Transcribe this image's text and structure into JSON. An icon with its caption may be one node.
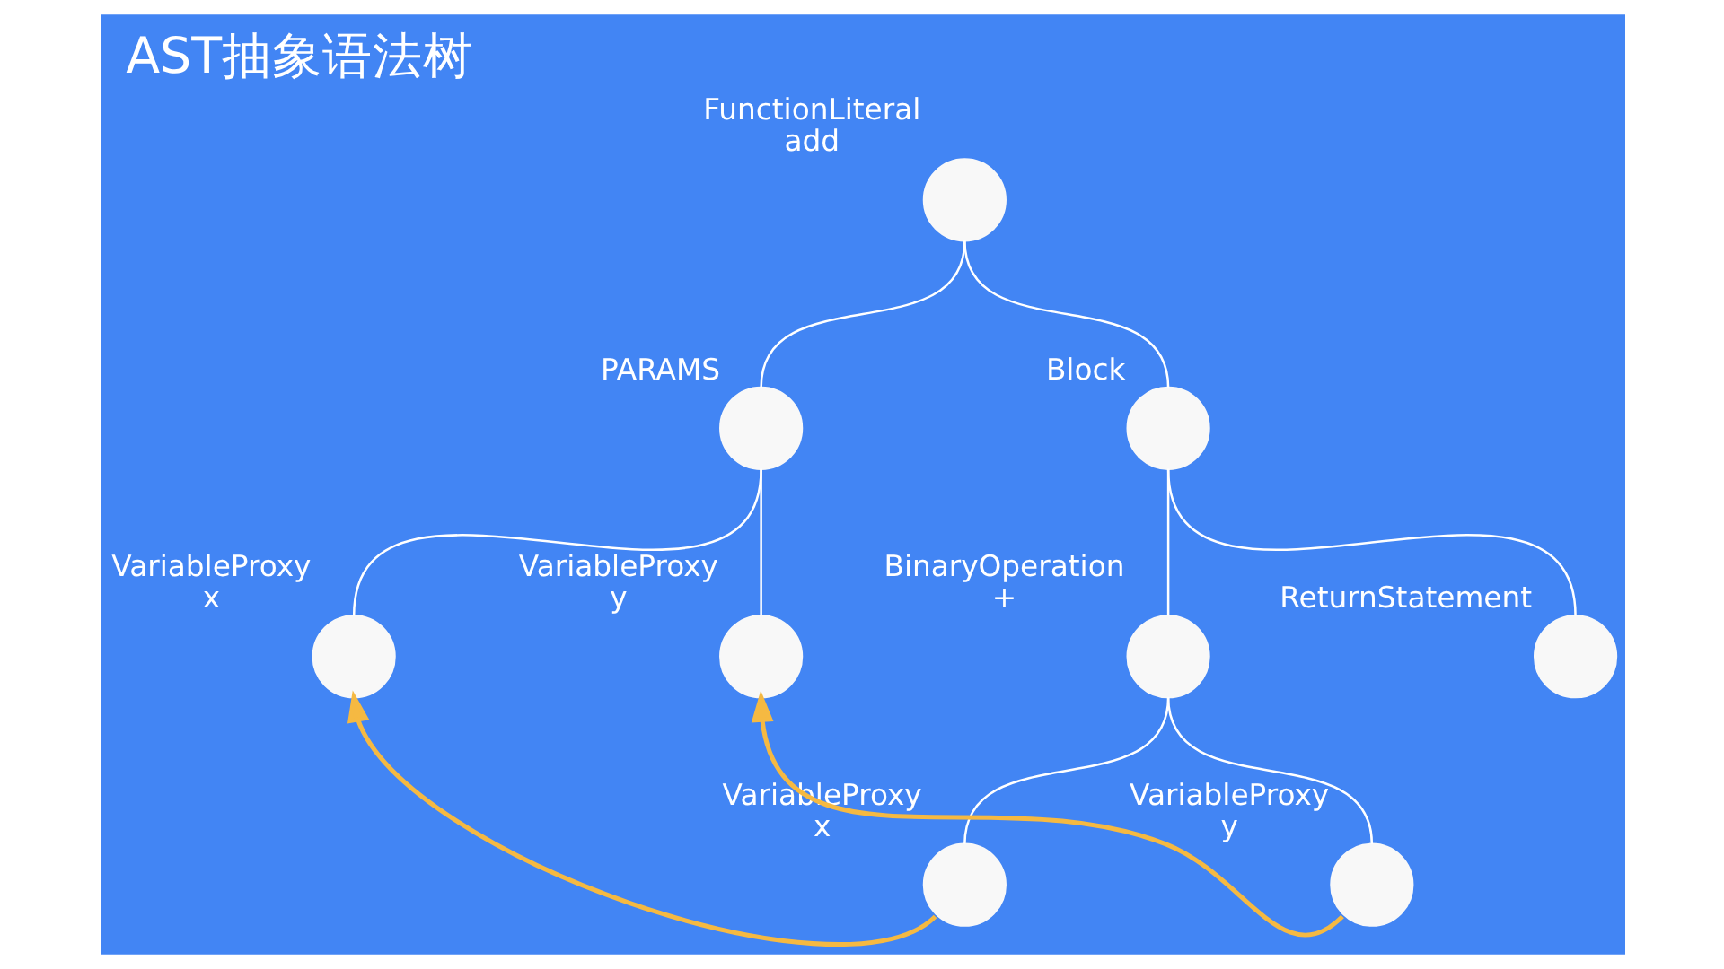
{
  "diagram": {
    "title": "AST抽象语法树",
    "nodes": [
      {
        "text": [
          "FunctionLiteral",
          "add"
        ]
      },
      {
        "text": [
          "PARAMS"
        ]
      },
      {
        "text": [
          "Block"
        ]
      },
      {
        "text": [
          "VariableProxy",
          "x"
        ]
      },
      {
        "text": [
          "VariableProxy",
          "y"
        ]
      },
      {
        "text": [
          "BinaryOperation",
          "+"
        ]
      },
      {
        "text": [
          "ReturnStatement"
        ]
      },
      {
        "text": [
          "VariableProxy",
          "x"
        ]
      },
      {
        "text": [
          "VariableProxy",
          "y"
        ]
      }
    ],
    "edges": [
      {
        "from": 0,
        "to": 1,
        "arrow": "none"
      },
      {
        "from": 0,
        "to": 2,
        "arrow": "none"
      },
      {
        "from": 1,
        "to": 3,
        "arrow": "none"
      },
      {
        "from": 1,
        "to": 4,
        "arrow": "none"
      },
      {
        "from": 2,
        "to": 5,
        "arrow": "none"
      },
      {
        "from": 2,
        "to": 6,
        "arrow": "none"
      },
      {
        "from": 5,
        "to": 7,
        "arrow": "none"
      },
      {
        "from": 5,
        "to": 8,
        "arrow": "none"
      },
      {
        "from": 7,
        "to": 3,
        "arrow": "to",
        "color": "#f5b942"
      },
      {
        "from": 8,
        "to": 4,
        "arrow": "to",
        "color": "#f5b942"
      }
    ]
  }
}
